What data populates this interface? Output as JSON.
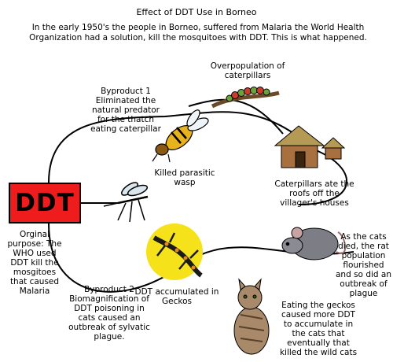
{
  "title": "Effect of DDT Use in Borneo",
  "intro": "In the early 1950's the people in Borneo, suffered from Malaria the World Health Organization had a solution, kill the mosquitoes with DDT. This is what happened.",
  "center_label": "DDT",
  "captions": {
    "byproduct1": "Byproduct 1\nEliminated the\nnatural predator\nfor the thatch\neating caterpillar",
    "caterpillars": "Overpopulation of\ncaterpillars",
    "wasp": "Killed parasitic\nwasp",
    "roofs": "Caterpillars ate the\nroofs off the\nvillager's houses",
    "purpose": "Orginal\npurpose: The\nWHO used\nDDT kill the\nmosgitoes\nthat caused\nMalaria",
    "geckos": "DDT accumulated in\nGeckos",
    "rats": "As the cats\ndied, the rat\npopulation\nflourished\nand so did an\noutbreak of\nplague",
    "byproduct2": "Byproduct 2\nBiomagnification of\nDDT poisoning in\ncats caused an\noutbreak of sylvatic\nplague.",
    "cats": "Eating the geckos\ncaused more DDT\nto accumulate in\nthe cats that\neventually that\nkilled the wild cats"
  },
  "colors": {
    "ddt_box": "#ee1c1c",
    "line": "#000000",
    "gecko_halo": "#f5e21a"
  },
  "icons": [
    "mosquito-icon",
    "wasp-icon",
    "caterpillar-icon",
    "hut-icon",
    "gecko-icon",
    "rat-icon",
    "cat-icon"
  ]
}
